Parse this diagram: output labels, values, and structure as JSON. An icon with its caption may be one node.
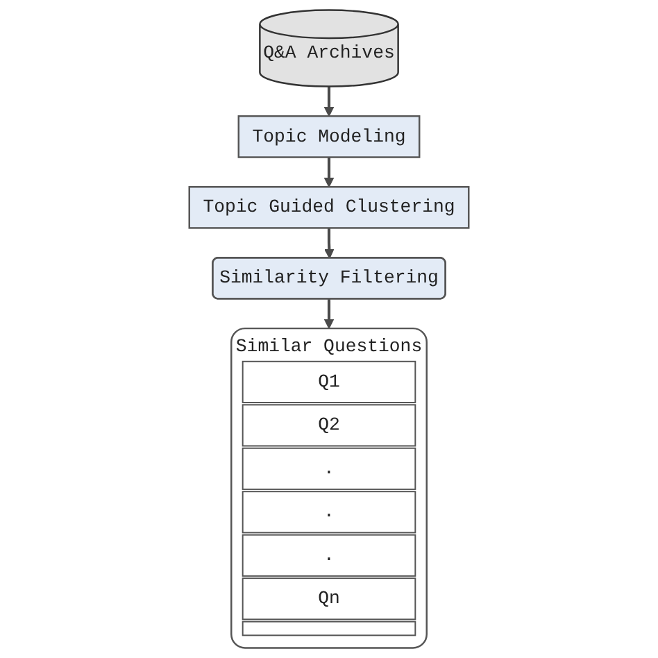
{
  "diagram": {
    "nodes": [
      {
        "text": [
          "Q&A Archives"
        ]
      },
      {
        "text": [
          "Topic Modeling"
        ]
      },
      {
        "text": [
          "Topic Guided Clustering"
        ]
      },
      {
        "text": [
          "Similarity Filtering"
        ]
      },
      {
        "text": [
          "Similar Questions"
        ]
      },
      {
        "text": [
          "Q1"
        ],
        "in": 4
      },
      {
        "text": [
          "Q2"
        ],
        "in": 4
      },
      {
        "text": [
          "."
        ],
        "in": 4
      },
      {
        "text": [
          "."
        ],
        "in": 4
      },
      {
        "text": [
          "."
        ],
        "in": 4
      },
      {
        "text": [
          "Qn"
        ],
        "in": 4
      },
      {
        "text": [],
        "shape": "box",
        "in": 4
      }
    ],
    "edges": [
      {
        "from": 0,
        "to": 1,
        "arrow": "to"
      },
      {
        "from": 1,
        "to": 2,
        "arrow": "to"
      },
      {
        "from": 2,
        "to": 3,
        "arrow": "to"
      },
      {
        "from": 3,
        "to": 4,
        "arrow": "to"
      }
    ]
  }
}
